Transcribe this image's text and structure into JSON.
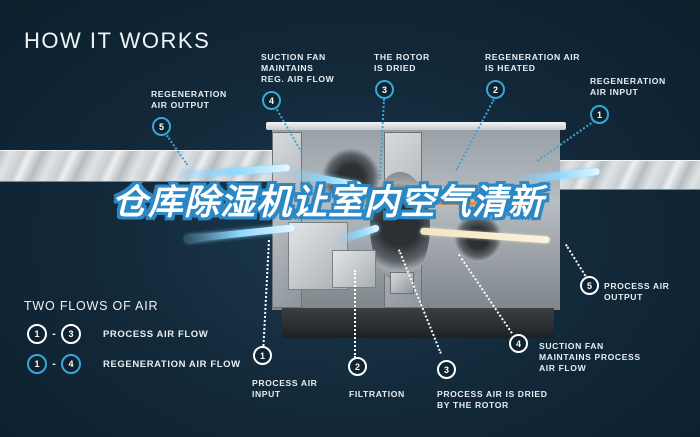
{
  "heading": "HOW IT WORKS",
  "overlay_title": "仓库除湿机让室内空气清新",
  "colors": {
    "background": "#132a3b",
    "regeneration_marker": "#3aa7d6",
    "process_marker": "#ffffff",
    "title_outline": "#2a88c6",
    "heater_glow": "#f08a3a"
  },
  "regeneration_steps": [
    {
      "number": "1",
      "label": "REGENERATION\nAIR INPUT"
    },
    {
      "number": "2",
      "label": "REGENERATION AIR\nIS HEATED"
    },
    {
      "number": "3",
      "label": "THE ROTOR\nIS DRIED"
    },
    {
      "number": "4",
      "label": "SUCTION FAN\nMAINTAINS\nREG. AIR FLOW"
    },
    {
      "number": "5",
      "label": "REGENERATION\nAIR OUTPUT"
    }
  ],
  "process_steps": [
    {
      "number": "1",
      "label": "PROCESS AIR\nINPUT"
    },
    {
      "number": "2",
      "label": "FILTRATION"
    },
    {
      "number": "3",
      "label": "PROCESS AIR IS DRIED\nBY THE ROTOR"
    },
    {
      "number": "4",
      "label": "SUCTION FAN\nMAINTAINS PROCESS\nAIR FLOW"
    },
    {
      "number": "5",
      "label": "PROCESS AIR\nOUTPUT"
    }
  ],
  "legend": {
    "title": "TWO FLOWS OF AIR",
    "rows": [
      {
        "from": "1",
        "dash": "-",
        "to": "3",
        "label": "PROCESS AIR FLOW",
        "style": "white"
      },
      {
        "from": "1",
        "dash": "-",
        "to": "4",
        "label": "REGENERATION AIR FLOW",
        "style": "blue"
      }
    ]
  }
}
